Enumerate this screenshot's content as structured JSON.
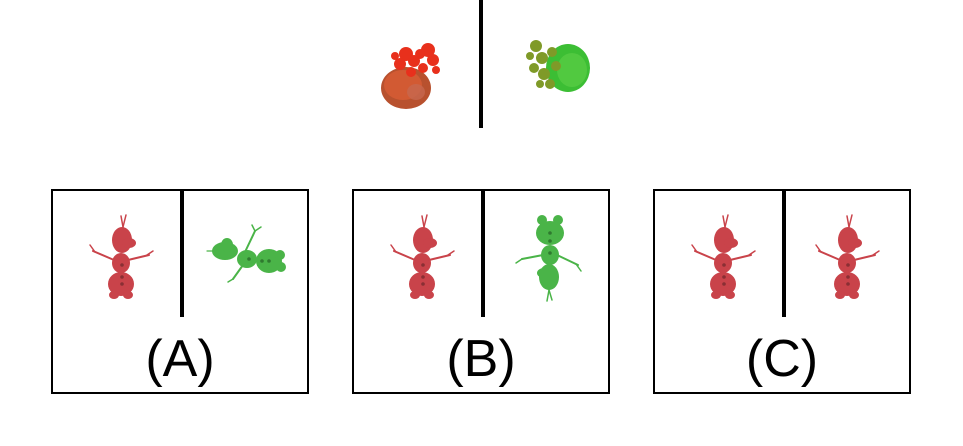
{
  "colors": {
    "red_figure": "#c9434a",
    "red_blob": "#d7402c",
    "green_figure": "#4ab448",
    "green_blob": "#58c442",
    "frame": "#000000"
  },
  "prompt": {
    "left_icon": "red-blob-3d-shape",
    "right_icon": "green-blob-3d-shape"
  },
  "options": [
    {
      "label": "(A)",
      "left_icon": "red-snowman-figure",
      "right_icon": "green-snowman-figure-rotated-sideways"
    },
    {
      "label": "(B)",
      "left_icon": "red-snowman-figure",
      "right_icon": "green-snowman-figure-upside-down"
    },
    {
      "label": "(C)",
      "left_icon": "red-snowman-figure",
      "right_icon": "red-snowman-figure"
    }
  ]
}
